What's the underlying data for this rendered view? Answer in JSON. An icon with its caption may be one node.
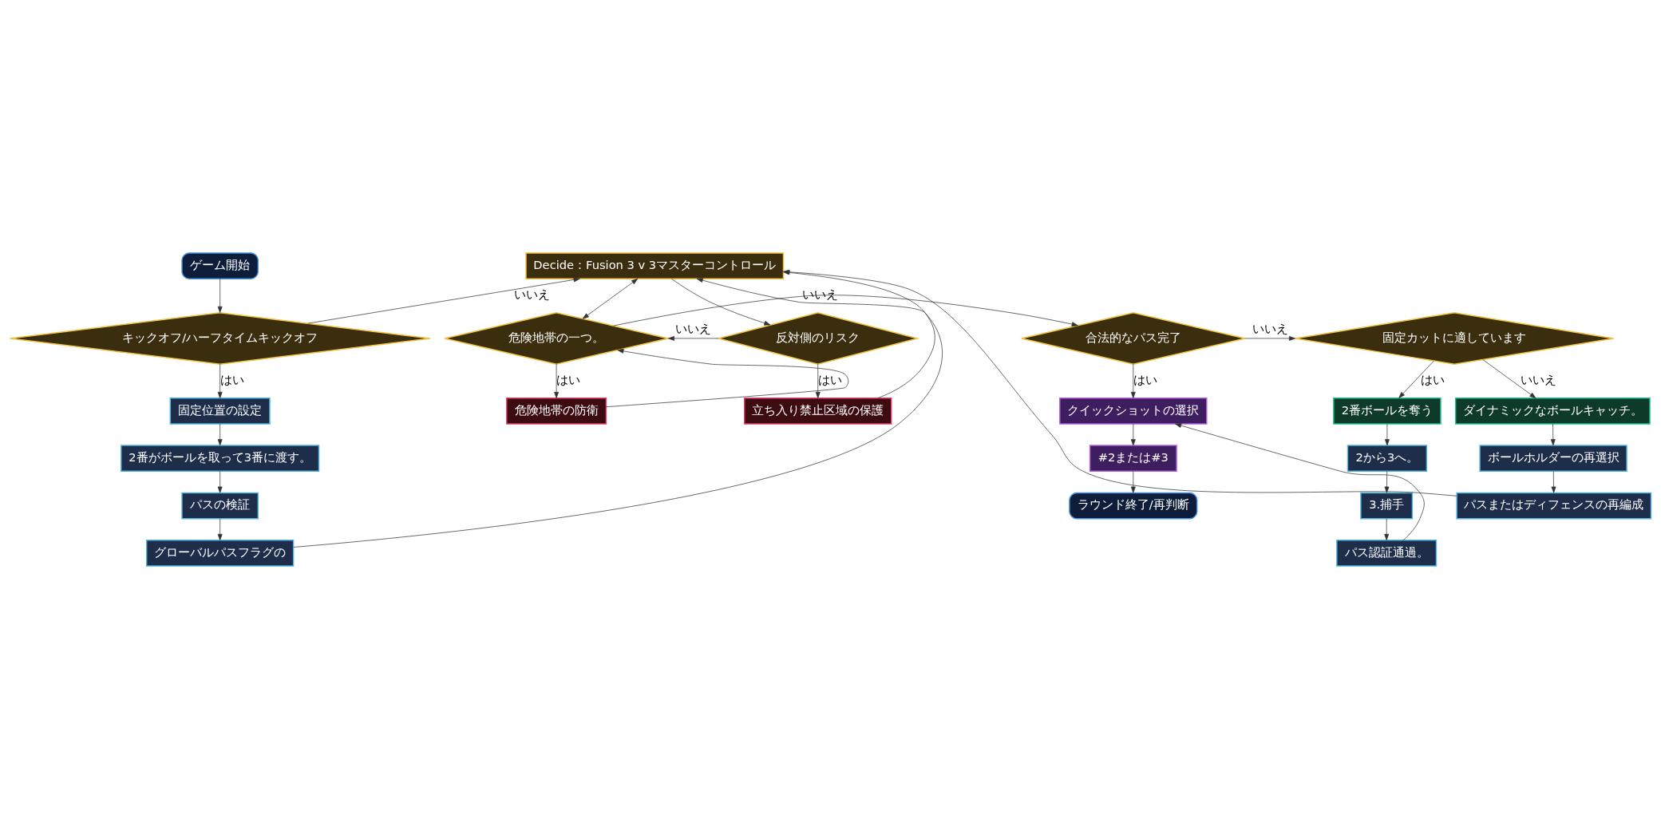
{
  "diagram": {
    "nodes": [
      {
        "text": [
          "ゲーム開始"
        ]
      },
      {
        "text": [
          "キックオフ/ハーフタイムキックオフ"
        ]
      },
      {
        "text": [
          "Decide：Fusion 3 v 3マスターコントロール"
        ]
      },
      {
        "text": [
          "固定位置の設定"
        ]
      },
      {
        "text": [
          "2番がボールを取って3番に渡す。"
        ]
      },
      {
        "text": [
          "パスの検証"
        ]
      },
      {
        "text": [
          "グローバルパスフラグの"
        ]
      },
      {
        "text": [
          "反対側のリスク"
        ]
      },
      {
        "text": [
          "立ち入り禁止区域の保護"
        ]
      },
      {
        "text": [
          "危険地帯の一つ。"
        ]
      },
      {
        "text": [
          "危険地帯の防衛"
        ]
      },
      {
        "text": [
          "合法的なパス完了"
        ]
      },
      {
        "text": [
          "固定カットに適しています"
        ]
      },
      {
        "text": [
          "クイックショットの選択"
        ]
      },
      {
        "text": [
          "#2または#3"
        ]
      },
      {
        "text": [
          "ラウンド終了/再判断"
        ]
      },
      {
        "text": [
          "2番ボールを奪う"
        ]
      },
      {
        "text": [
          "ダイナミックなボールキャッチ。"
        ]
      },
      {
        "text": [
          "2から3へ。"
        ]
      },
      {
        "text": [
          "ボールホルダーの再選択"
        ]
      },
      {
        "text": [
          "3.捕手"
        ]
      },
      {
        "text": [
          "パスまたはディフェンスの再編成"
        ]
      },
      {
        "text": [
          "パス認証通過。"
        ]
      }
    ],
    "edges": [
      {
        "from": 0,
        "to": 1,
        "arrow": "to"
      },
      {
        "from": 1,
        "to": 2,
        "arrow": "to",
        "label": "いいえ"
      },
      {
        "from": 1,
        "to": 3,
        "arrow": "to",
        "label": "はい"
      },
      {
        "from": 3,
        "to": 4,
        "arrow": "to"
      },
      {
        "from": 4,
        "to": 5,
        "arrow": "to"
      },
      {
        "from": 5,
        "to": 6,
        "arrow": "to"
      },
      {
        "from": 6,
        "to": 2,
        "arrow": "to"
      },
      {
        "from": 2,
        "to": 7,
        "arrow": "to"
      },
      {
        "from": 7,
        "to": 9,
        "arrow": "to",
        "label": "いいえ"
      },
      {
        "from": 7,
        "to": 8,
        "arrow": "to",
        "label": "はい"
      },
      {
        "from": 8,
        "to": 2,
        "arrow": "to"
      },
      {
        "from": 2,
        "to": 9,
        "arrow": "both"
      },
      {
        "from": 9,
        "to": 10,
        "arrow": "to",
        "label": "はい"
      },
      {
        "from": 10,
        "to": 9,
        "arrow": "to"
      },
      {
        "from": 9,
        "to": 11,
        "arrow": "to",
        "label": "いいえ"
      },
      {
        "from": 11,
        "to": 12,
        "arrow": "to",
        "label": "いいえ"
      },
      {
        "from": 11,
        "to": 13,
        "arrow": "to",
        "label": "はい"
      },
      {
        "from": 12,
        "to": 16,
        "arrow": "to",
        "label": "はい"
      },
      {
        "from": 12,
        "to": 17,
        "arrow": "to",
        "label": "いいえ"
      },
      {
        "from": 16,
        "to": 18,
        "arrow": "to"
      },
      {
        "from": 18,
        "to": 20,
        "arrow": "to"
      },
      {
        "from": 20,
        "to": 22,
        "arrow": "to"
      },
      {
        "from": 22,
        "to": 13,
        "arrow": "to"
      },
      {
        "from": 13,
        "to": 14,
        "arrow": "to"
      },
      {
        "from": 14,
        "to": 15,
        "arrow": "to"
      },
      {
        "from": 17,
        "to": 19,
        "arrow": "to"
      },
      {
        "from": 19,
        "to": 21,
        "arrow": "to"
      },
      {
        "from": 21,
        "to": 2,
        "arrow": "to"
      }
    ]
  }
}
